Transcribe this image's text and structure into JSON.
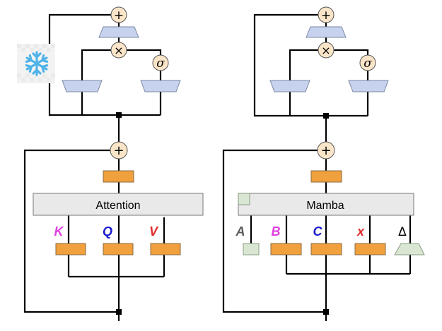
{
  "left_panel": {
    "frozen_icon": "snowflake-icon",
    "mlp_block": {
      "add_op": "+",
      "mul_op": "×",
      "gate_activation": "σ"
    },
    "mixer_block": {
      "add_op": "+",
      "mixer_label": "Attention",
      "inputs": [
        {
          "label": "K",
          "color": "#e040e0"
        },
        {
          "label": "Q",
          "color": "#1a1ad0"
        },
        {
          "label": "V",
          "color": "#e02a2a"
        }
      ]
    }
  },
  "right_panel": {
    "mlp_block": {
      "add_op": "+",
      "mul_op": "×",
      "gate_activation": "σ"
    },
    "mixer_block": {
      "add_op": "+",
      "mixer_label": "Mamba",
      "inputs": [
        {
          "label": "A",
          "color": "#5a5a5a"
        },
        {
          "label": "B",
          "color": "#e040e0"
        },
        {
          "label": "C",
          "color": "#1a1ad0"
        },
        {
          "label": "x",
          "color": "#e02a2a"
        },
        {
          "label": "Δ",
          "color": "#000000"
        }
      ]
    }
  },
  "colors": {
    "projection": "#f0a03c",
    "mlp_linear": "#c7d3ee",
    "op_circle": "#fae5c9",
    "mixer_box": "#e9e9e9",
    "ssm_param": "#d8e6d2",
    "frozen": "#4fb3e8"
  }
}
